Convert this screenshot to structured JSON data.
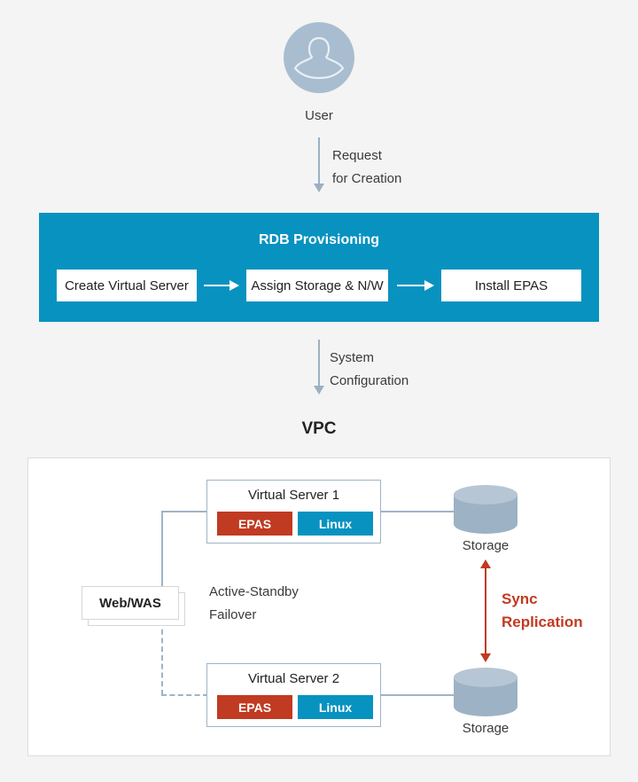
{
  "user": {
    "label": "User",
    "avatar_icon": "user-silhouette-icon"
  },
  "flow_request": {
    "caption": "Request\nfor Creation",
    "arrow_icon": "arrow-down-icon"
  },
  "rdb_panel": {
    "title": "RDB Provisioning",
    "panel_color": "#0892c0",
    "steps": [
      {
        "label": "Create Virtual Server"
      },
      {
        "label": "Assign Storage & N/W"
      },
      {
        "label": "Install EPAS"
      }
    ],
    "connector_icon": "arrow-right-icon"
  },
  "flow_config": {
    "caption": "System\nConfiguration",
    "arrow_icon": "arrow-down-icon"
  },
  "vpc": {
    "title": "VPC",
    "web_was": {
      "label": "Web/WAS"
    },
    "failover_caption": "Active-Standby\nFailover",
    "sync": {
      "label": "Sync\nReplication",
      "color": "#c13a22",
      "arrow_icon": "double-arrow-vertical-icon"
    },
    "servers": [
      {
        "title": "Virtual Server 1",
        "tags": [
          {
            "label": "EPAS",
            "color": "#c13a22"
          },
          {
            "label": "Linux",
            "color": "#0892c0"
          }
        ],
        "storage": {
          "label": "Storage",
          "icon": "database-cylinder-icon"
        }
      },
      {
        "title": "Virtual Server 2",
        "tags": [
          {
            "label": "EPAS",
            "color": "#c13a22"
          },
          {
            "label": "Linux",
            "color": "#0892c0"
          }
        ],
        "storage": {
          "label": "Storage",
          "icon": "database-cylinder-icon"
        }
      }
    ]
  }
}
